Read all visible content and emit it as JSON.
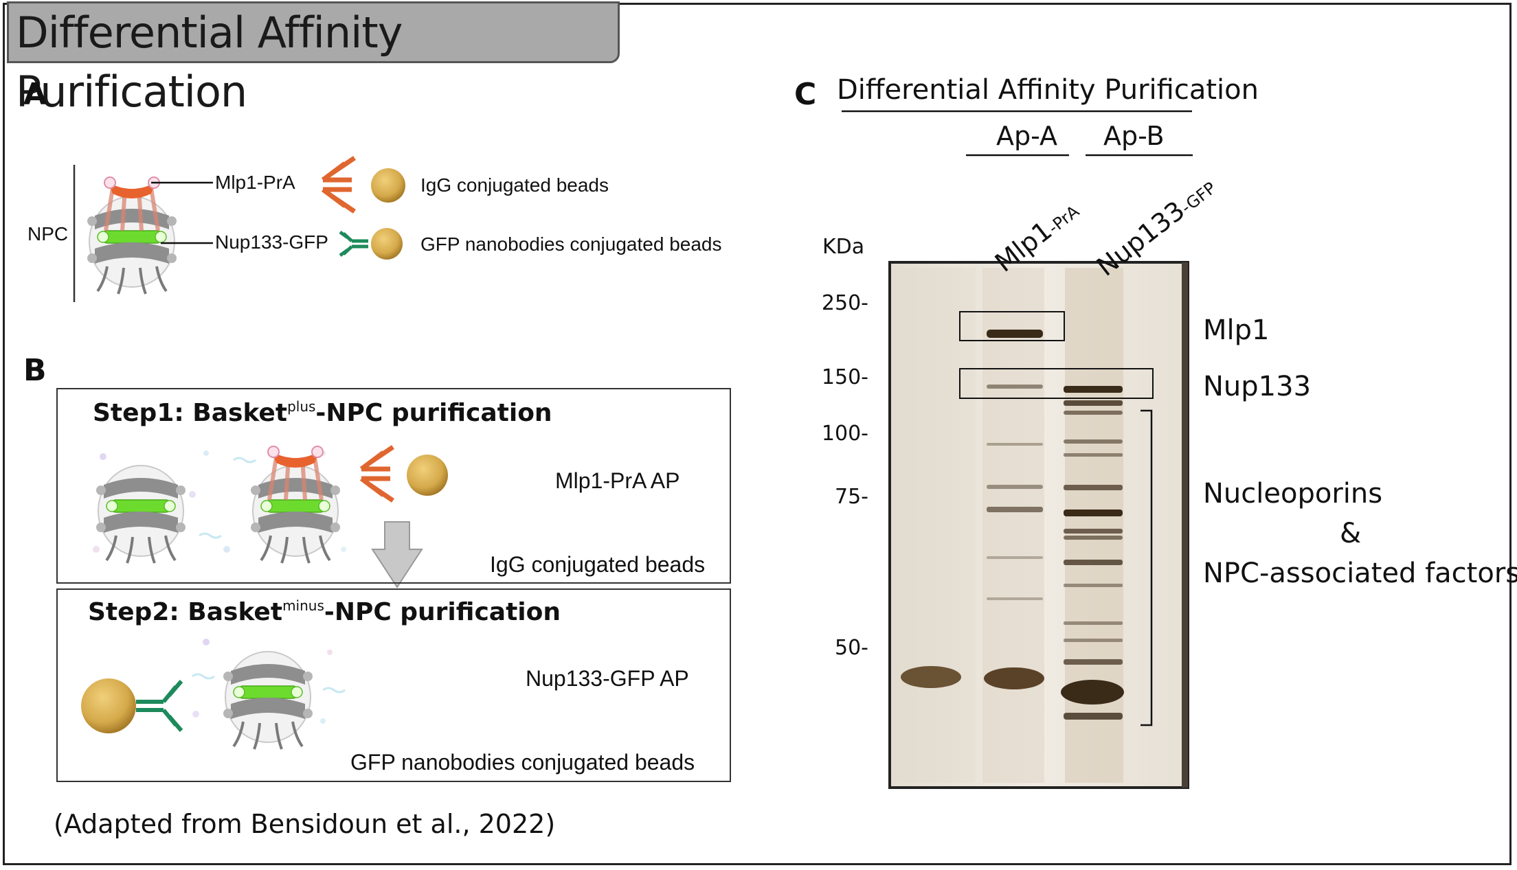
{
  "title": "Differential Affinity Purification",
  "panel_a": {
    "letter": "A",
    "npc_label": "NPC",
    "mlp1_label": "Mlp1-PrA",
    "nup133_label": "Nup133-GFP",
    "igg_beads": "IgG conjugated beads",
    "gfp_beads": "GFP nanobodies conjugated beads"
  },
  "panel_b": {
    "letter": "B",
    "step1_prefix": "Step1: Basket",
    "step1_sup": "plus",
    "step1_suffix": "-NPC purification",
    "step1_ap": "Mlp1-PrA AP",
    "step1_beads": "IgG conjugated beads",
    "step2_prefix": "Step2: Basket",
    "step2_sup": "minus",
    "step2_suffix": "-NPC purification",
    "step2_ap": "Nup133-GFP AP",
    "step2_beads": "GFP nanobodies conjugated beads",
    "citation": "(Adapted from Bensidoun et al., 2022)"
  },
  "panel_c": {
    "letter": "C",
    "header": "Differential Affinity Purification",
    "ap_a": "Ap-A",
    "ap_b": "Ap-B",
    "lane1_main": "Mlp1",
    "lane1_sub": "-PrA",
    "lane2_main": "Nup133",
    "lane2_sub": "-GFP",
    "kda_label": "KDa",
    "markers": [
      "250-",
      "150-",
      "100-",
      "75-",
      "50-"
    ],
    "band_mlp1": "Mlp1",
    "band_nup133": "Nup133",
    "bracket_line1": "Nucleoporins",
    "bracket_line2": "&",
    "bracket_line3": "NPC-associated factors"
  },
  "colors": {
    "title_bg": "#a9a9a9",
    "mlp1_orange": "#e8622e",
    "gfp_green": "#6cdb2e",
    "antibody_teal": "#1e8a5c",
    "bead_gold": "#d4a94a",
    "gel_bg": "#ece7de",
    "band_dark": "#3a2a18"
  }
}
